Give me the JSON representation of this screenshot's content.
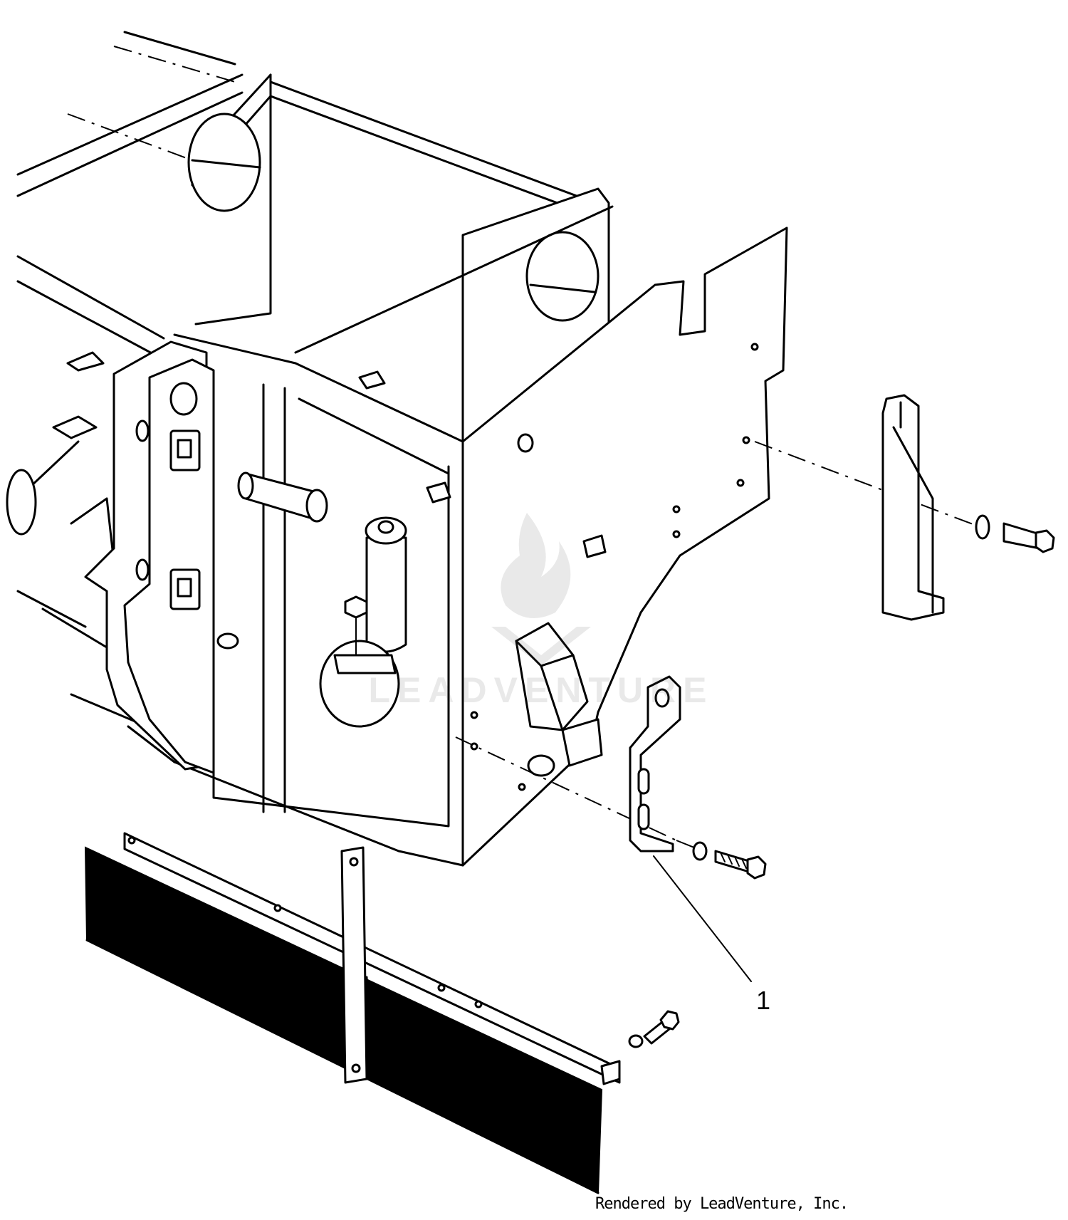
{
  "diagram": {
    "callouts": [
      {
        "number": "1",
        "part": "bracket"
      }
    ],
    "credit": "Rendered by LeadVenture, Inc.",
    "watermark": {
      "text": "LEADVENTURE",
      "icon": "flame-logo-icon"
    }
  }
}
